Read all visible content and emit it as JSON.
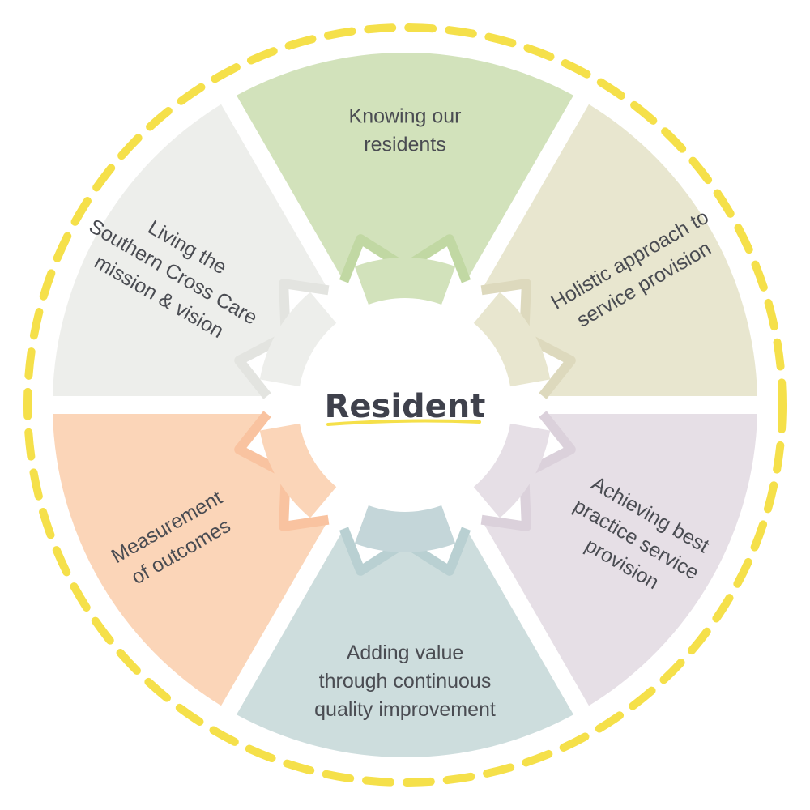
{
  "center": {
    "label": "Resident",
    "underline_color": "#f5e04a"
  },
  "ring_color": "#f5e04a",
  "segments": [
    {
      "id": "knowing",
      "lines": [
        "Knowing our",
        "residents"
      ],
      "color": "#d2e2bb",
      "shade": "#c1d8a3",
      "inner_color": "#d2e2bb"
    },
    {
      "id": "holistic",
      "lines": [
        "Holistic approach to",
        "service provision"
      ],
      "color": "#e8e6cf",
      "shade": "#ddd9bd",
      "inner_color": "#e8e6cf"
    },
    {
      "id": "best-practice",
      "lines": [
        "Achieving best",
        "practice service",
        "provision"
      ],
      "color": "#e6dfe6",
      "shade": "#dbd1db",
      "inner_color": "#e6dfe6"
    },
    {
      "id": "adding-value",
      "lines": [
        "Adding value",
        "through continuous",
        "quality improvement"
      ],
      "color": "#cddddd",
      "shade": "#b9d0d2",
      "inner_color": "#c4d6d9"
    },
    {
      "id": "measurement",
      "lines": [
        "Measurement",
        "of outcomes"
      ],
      "color": "#fbd5b8",
      "shade": "#f9c3a0",
      "inner_color": "#fbd5b8"
    },
    {
      "id": "living",
      "lines": [
        "Living the",
        "Southern Cross Care",
        "mission & vision"
      ],
      "color": "#edeeeb",
      "shade": "#e3e4e0",
      "inner_color": "#edeeeb"
    }
  ]
}
